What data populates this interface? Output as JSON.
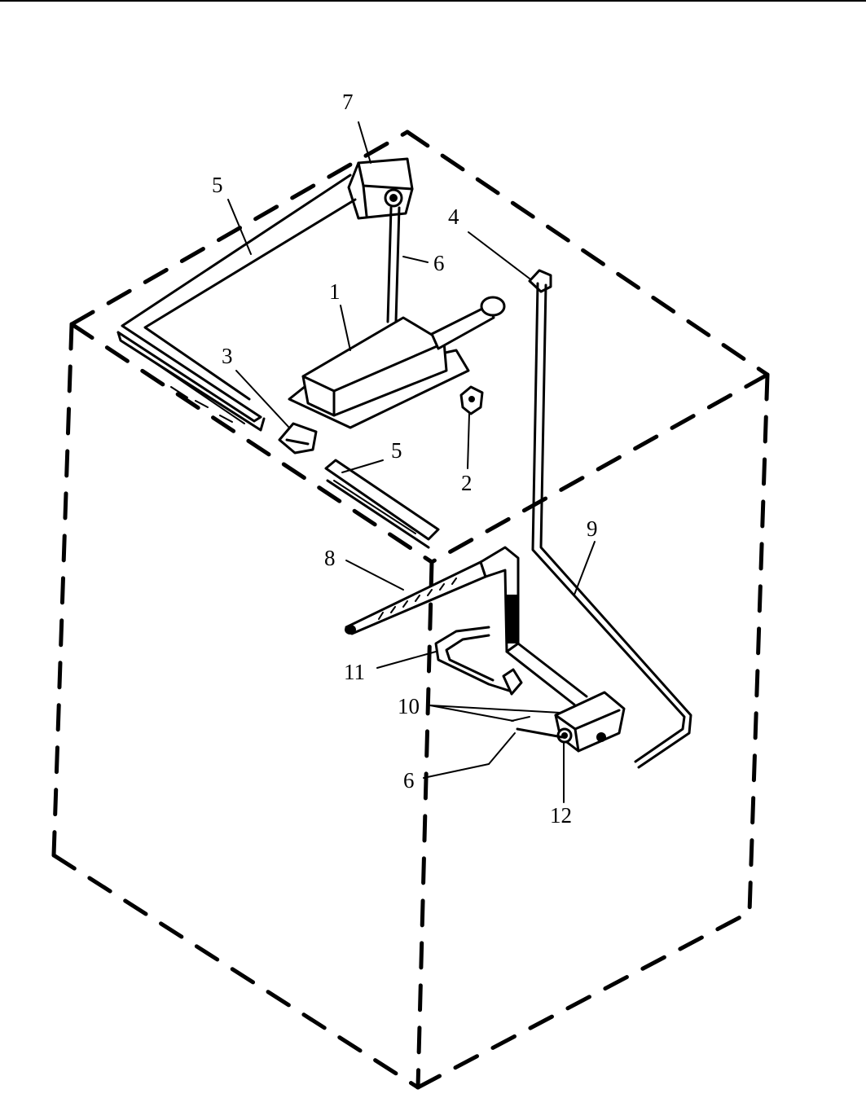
{
  "callouts": {
    "p1": "1",
    "p2": "2",
    "p3": "3",
    "p4": "4",
    "p5a": "5",
    "p5b": "5",
    "p6a": "6",
    "p6b": "6",
    "p7": "7",
    "p8": "8",
    "p9": "9",
    "p10": "10",
    "p11": "11",
    "p12": "12"
  }
}
